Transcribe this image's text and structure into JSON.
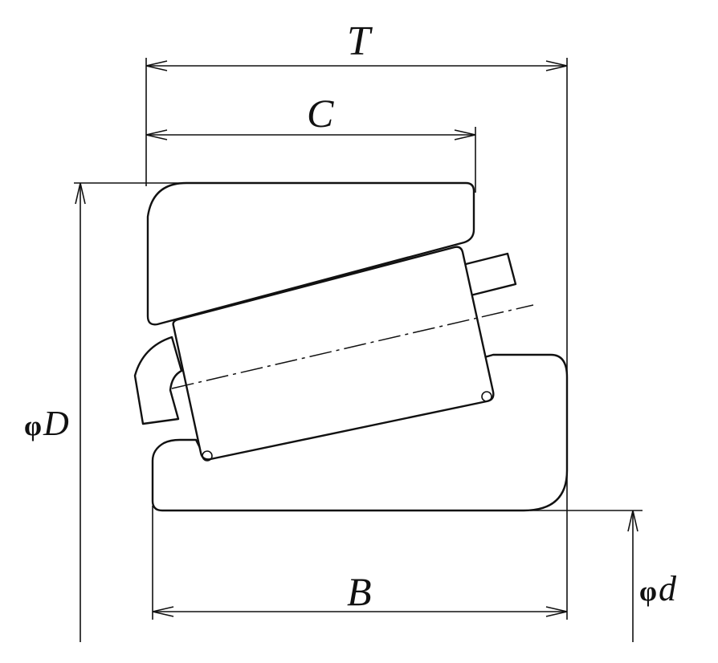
{
  "diagram": {
    "labels": {
      "T": "T",
      "C": "C",
      "B": "B",
      "D_symbol": "φ",
      "D": "D",
      "d_symbol": "φ",
      "d": "d"
    }
  }
}
